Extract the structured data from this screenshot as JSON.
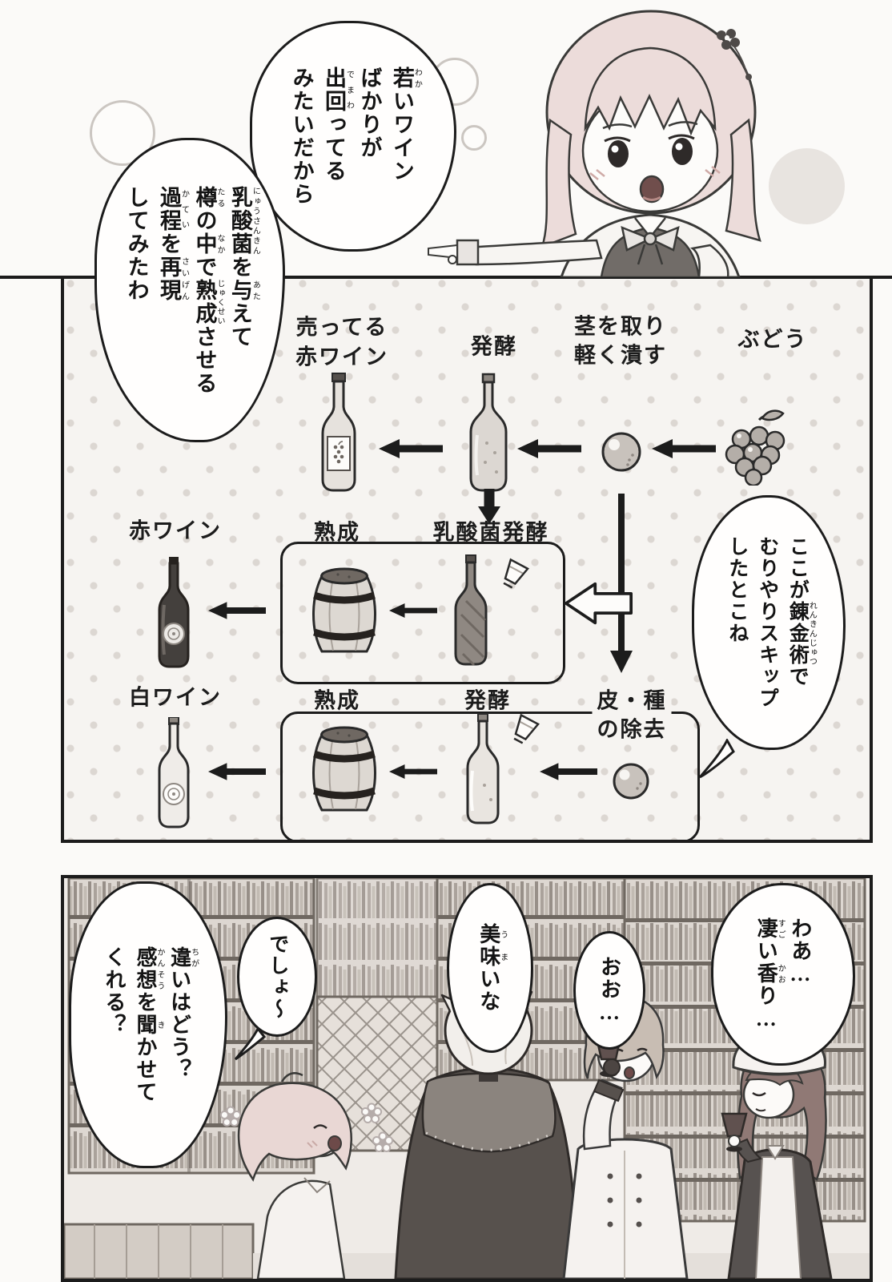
{
  "palette": {
    "paper": "#fbfaf8",
    "ink": "#1c1c1c",
    "dot_tone": "#dcd7d2",
    "dark_bottle": "#44403d",
    "scene_wall": "#efebe7"
  },
  "top_panel": {
    "bubbles": {
      "young_wine": {
        "text": "若いワインばかりが出回ってるみたいだから",
        "lines": [
          [
            {
              "t": "若",
              "r": "わか"
            },
            {
              "t": "いワイン"
            }
          ],
          [
            {
              "t": "ばかりが"
            }
          ],
          [
            {
              "t": "出回",
              "r": "でまわ"
            },
            {
              "t": "ってる"
            }
          ],
          [
            {
              "t": "みたいだから"
            }
          ]
        ]
      },
      "lactic": {
        "text": "乳酸菌を与えて樽の中で熟成させる過程を再現してみたわ",
        "lines": [
          [
            {
              "t": "乳酸菌",
              "r": "にゅうさんきん"
            },
            {
              "t": "を"
            },
            {
              "t": "与",
              "r": "あた"
            },
            {
              "t": "えて"
            }
          ],
          [
            {
              "t": "樽",
              "r": "たる"
            },
            {
              "t": "の"
            },
            {
              "t": "中",
              "r": "なか"
            },
            {
              "t": "で"
            },
            {
              "t": "熟成",
              "r": "じゅくせい"
            },
            {
              "t": "させる"
            }
          ],
          [
            {
              "t": "過程",
              "r": "かてい"
            },
            {
              "t": "を"
            },
            {
              "t": "再現",
              "r": "さいげん"
            }
          ],
          [
            {
              "t": "してみたわ"
            }
          ]
        ]
      }
    }
  },
  "diagram_panel": {
    "labels": {
      "grapes": "ぶどう",
      "crush_line1": "茎を取り",
      "crush_line2": "軽く潰す",
      "ferment_top": "発酵",
      "market_line1": "売ってる",
      "market_line2": "赤ワイン",
      "red_wine": "赤ワイン",
      "aging_red": "熟成",
      "mlf": "乳酸菌発酵",
      "white_wine": "白ワイン",
      "aging_white": "熟成",
      "ferment_white": "発酵",
      "skin_seed_line1": "皮・種",
      "skin_seed_line2": "の除去"
    },
    "bubbles": {
      "skip": {
        "text": "ここが錬金術でむりやりスキップしたとこね",
        "lines": [
          [
            {
              "t": "ここが"
            },
            {
              "t": "錬金術",
              "r": "れんきんじゅつ"
            },
            {
              "t": "で"
            }
          ],
          [
            {
              "t": "むりやりスキップ"
            }
          ],
          [
            {
              "t": "したとこね"
            }
          ]
        ]
      }
    },
    "icons": [
      "grape-cluster-icon",
      "crushed-grape-icon",
      "fermentation-bottle-icon",
      "market-red-wine-bottle-icon",
      "red-wine-bottle-icon",
      "white-wine-bottle-icon",
      "lactic-fermentation-bottle-icon",
      "aging-barrel-icon",
      "tasting-glass-icon",
      "flow-arrow-icon",
      "down-arrow-icon",
      "skip-outline-arrow-icon"
    ]
  },
  "bottom_panel": {
    "bubbles": {
      "waa": {
        "text": "わあ…凄い香り…",
        "lines": [
          [
            {
              "t": "わあ…"
            }
          ],
          [
            {
              "t": "凄",
              "r": "すご"
            },
            {
              "t": "い"
            },
            {
              "t": "香",
              "r": "かお"
            },
            {
              "t": "り…"
            }
          ]
        ]
      },
      "oo": {
        "text": "おお…",
        "lines": [
          [
            {
              "t": "おお…"
            }
          ]
        ]
      },
      "umai": {
        "text": "美味いな",
        "lines": [
          [
            {
              "t": "美味",
              "r": "うま"
            },
            {
              "t": "いな"
            }
          ]
        ]
      },
      "desho": {
        "text": "でしょ〜",
        "lines": [
          [
            {
              "t": "でしょ〜"
            }
          ]
        ]
      },
      "kansou": {
        "text": "違いはどう？感想を聞かせてくれる？",
        "lines": [
          [
            {
              "t": "違",
              "r": "ちが"
            },
            {
              "t": "いはどう？"
            }
          ],
          [
            {
              "t": "感想",
              "r": "かんそう"
            },
            {
              "t": "を"
            },
            {
              "t": "聞",
              "r": "き"
            },
            {
              "t": "かせて"
            }
          ],
          [
            {
              "t": "くれる？"
            }
          ]
        ]
      }
    }
  }
}
